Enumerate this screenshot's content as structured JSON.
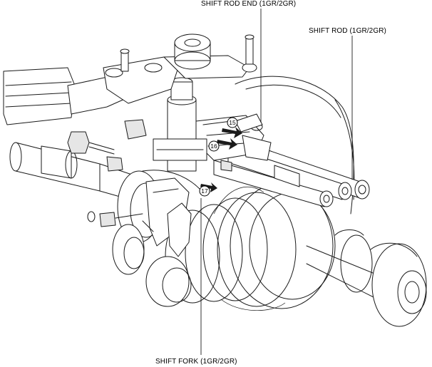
{
  "labels": {
    "shift_rod_end": "SHIFT ROD END (1GR/2GR)",
    "shift_rod": "SHIFT ROD (1GR/2GR)",
    "shift_fork": "SHIFT FORK (1GR/2GR)"
  },
  "steps": [
    "15",
    "16",
    "17"
  ]
}
